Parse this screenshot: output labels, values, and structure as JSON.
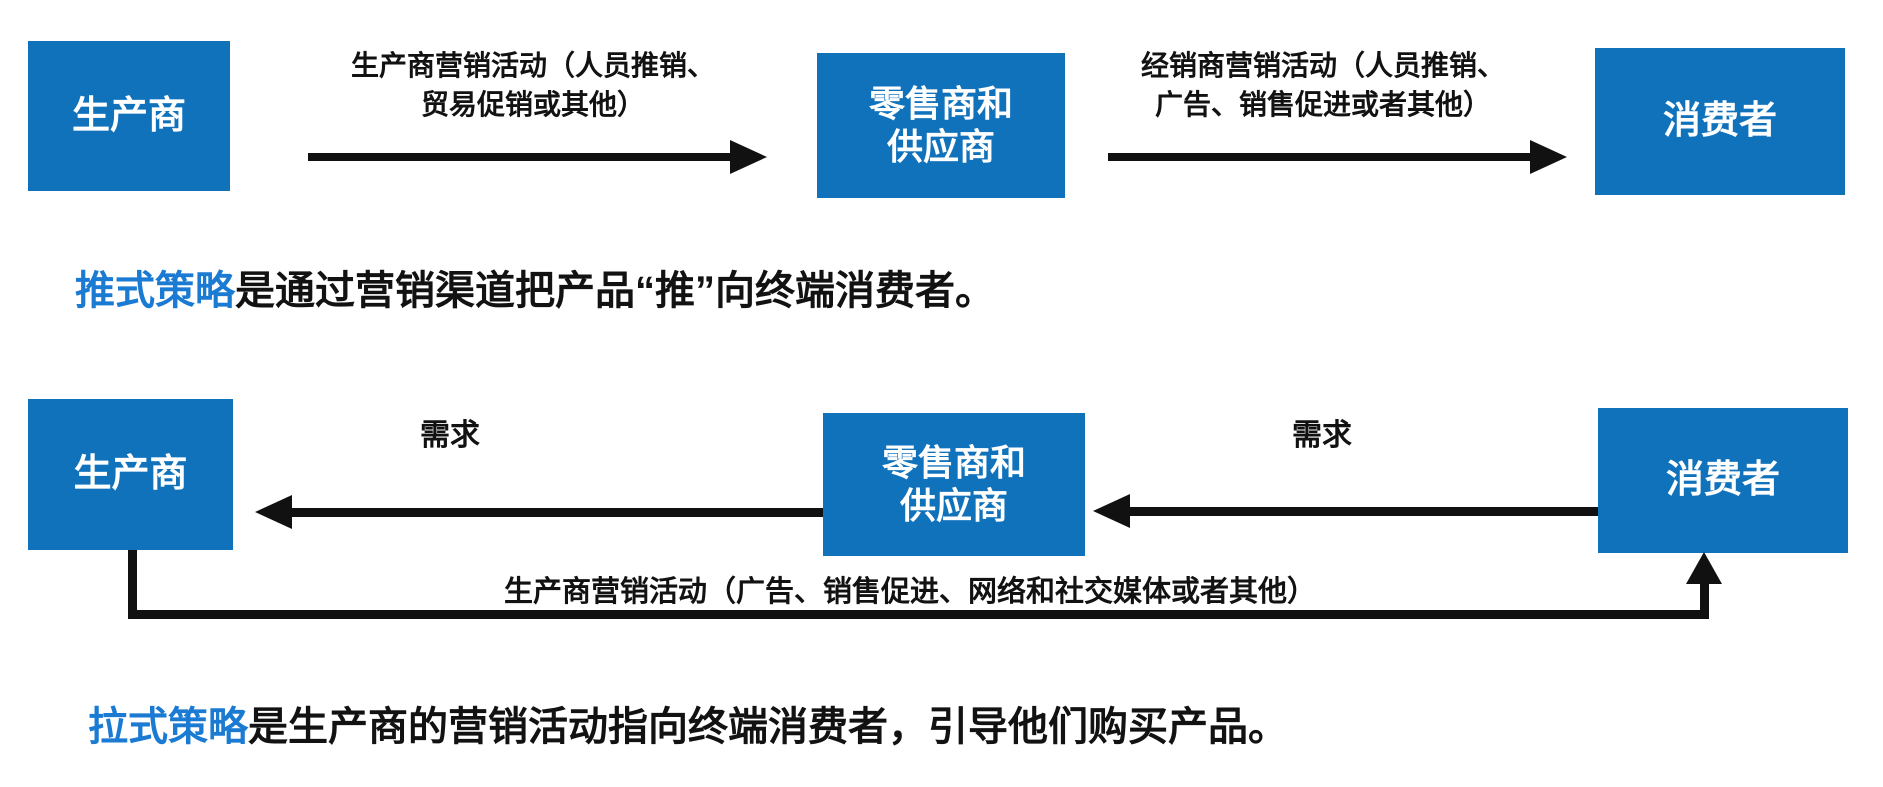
{
  "colors": {
    "box": "#1172bc",
    "term": "#1b7ad2",
    "line": "#111111"
  },
  "push_row": {
    "producer": "生产商",
    "retailer_l1": "零售商和",
    "retailer_l2": "供应商",
    "consumer": "消费者",
    "arrow1_label_l1": "生产商营销活动（人员推销、",
    "arrow1_label_l2": "贸易促销或其他）",
    "arrow2_label_l1": "经销商营销活动（人员推销、",
    "arrow2_label_l2": "广告、销售促进或者其他）"
  },
  "push_caption": {
    "term": "推式策略",
    "text": "是通过营销渠道把产品“推”向终端消费者。"
  },
  "pull_row": {
    "producer": "生产商",
    "retailer_l1": "零售商和",
    "retailer_l2": "供应商",
    "consumer": "消费者",
    "demand_left": "需求",
    "demand_right": "需求",
    "bottom_label": "生产商营销活动（广告、销售促进、网络和社交媒体或者其他）"
  },
  "pull_caption": {
    "term": "拉式策略",
    "text": "是生产商的营销活动指向终端消费者，引导他们购买产品。"
  }
}
